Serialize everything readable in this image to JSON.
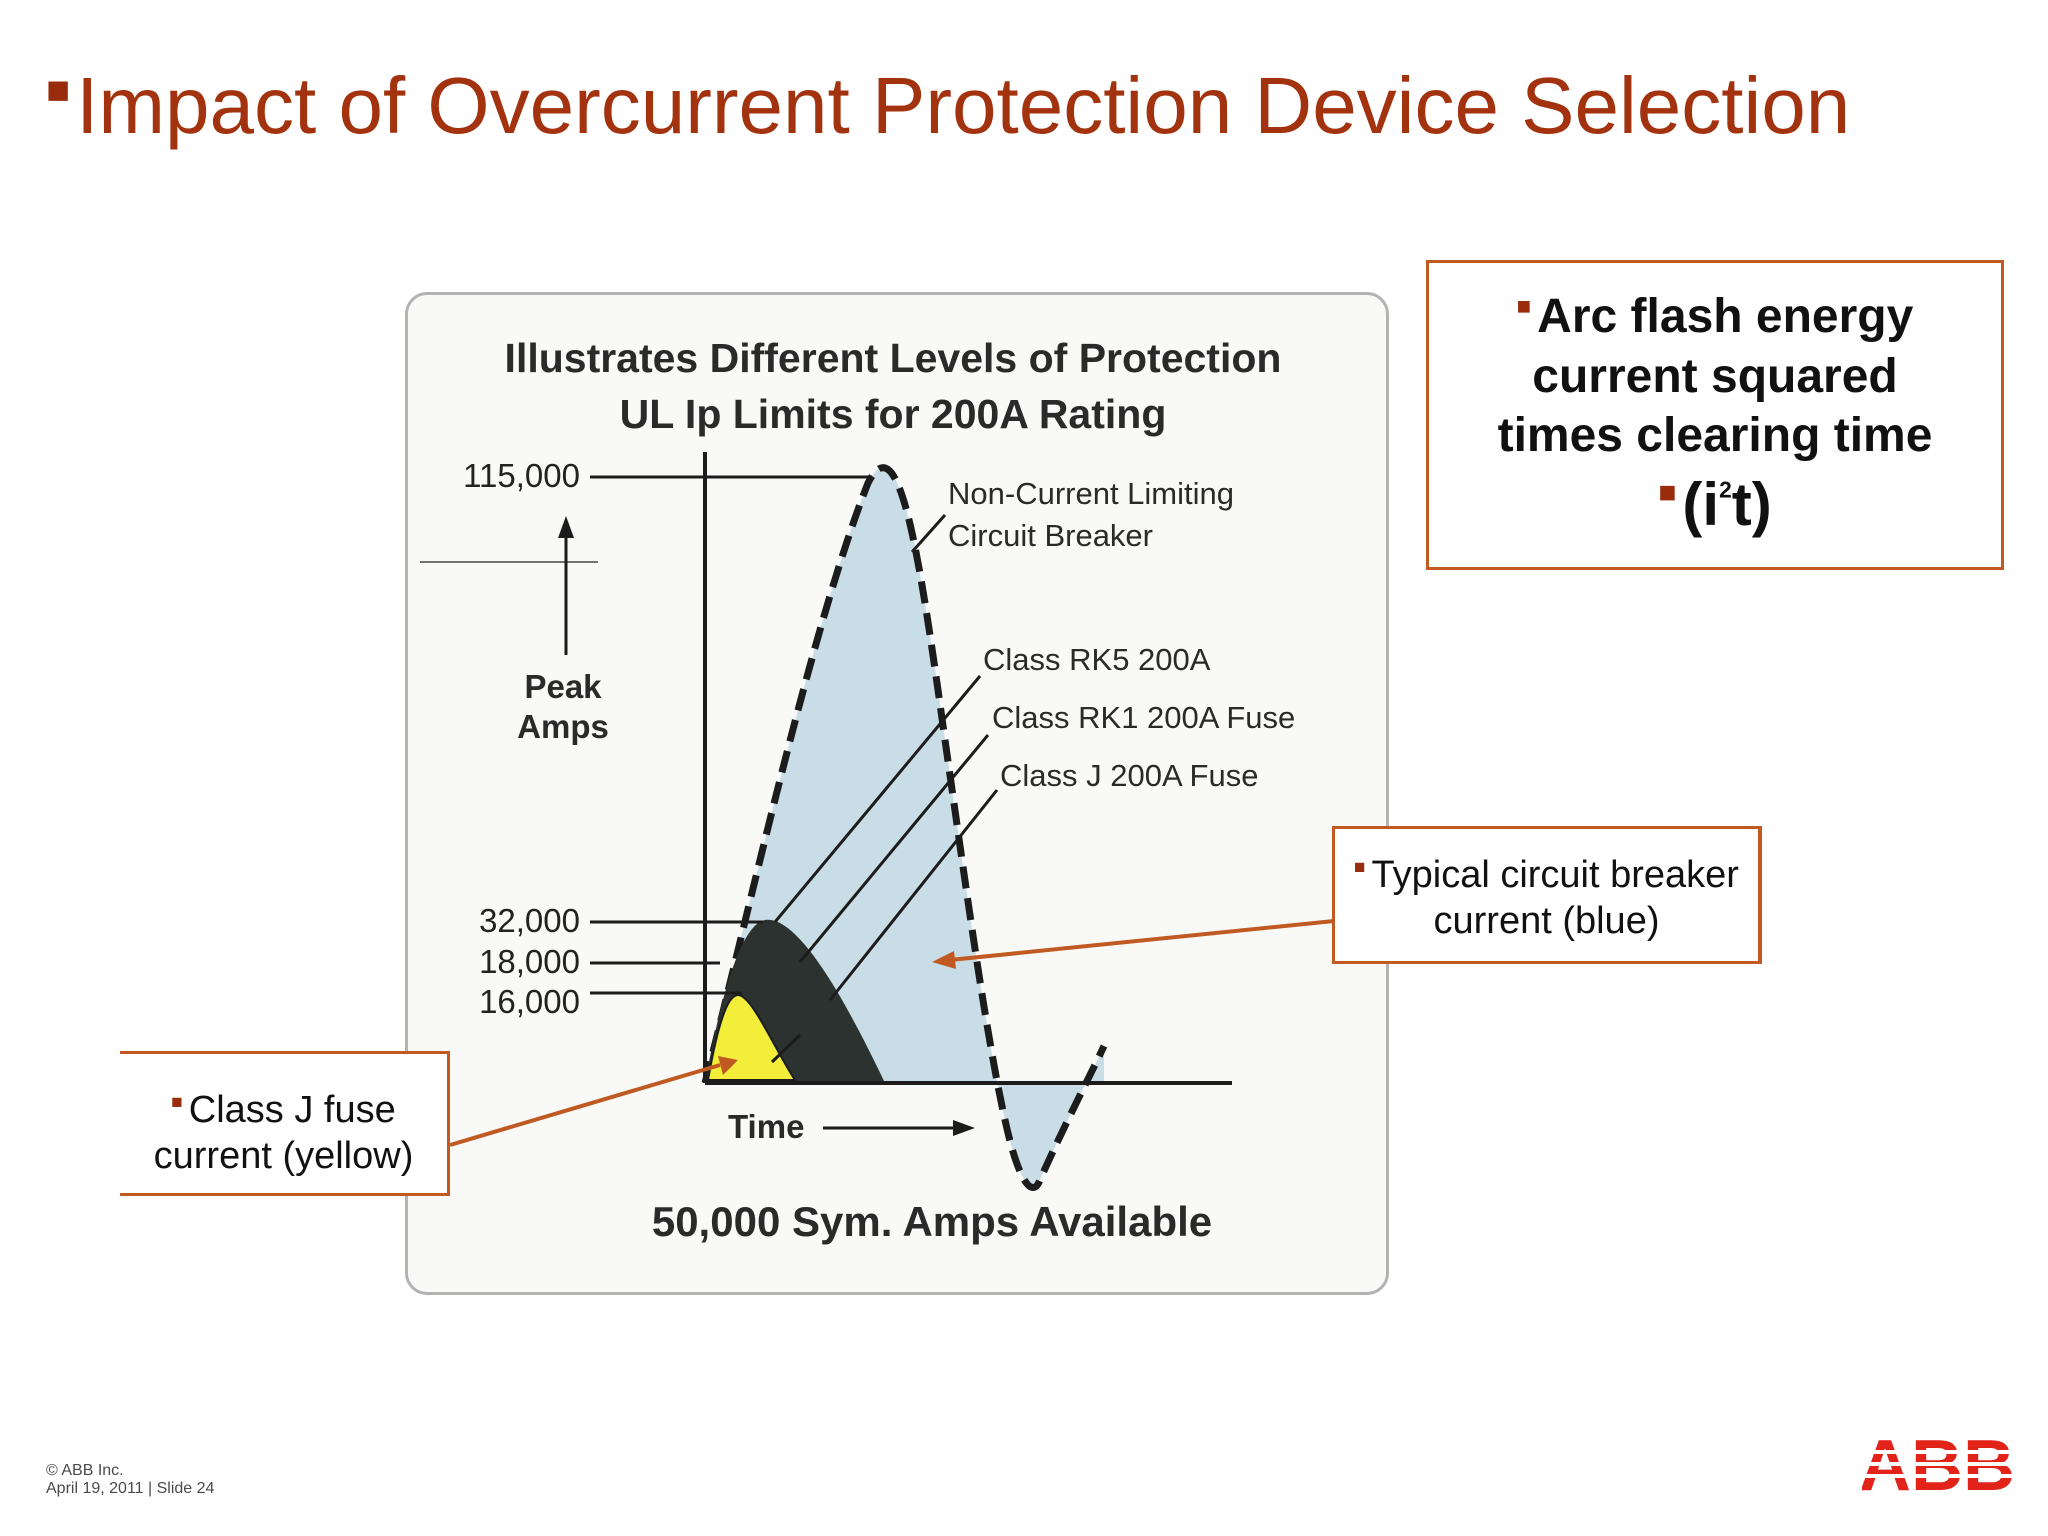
{
  "slide": {
    "title": "Impact of Overcurrent Protection Device Selection"
  },
  "figure": {
    "title_line1": "Illustrates Different Levels of Protection",
    "title_line2": "UL Ip Limits for 200A Rating",
    "y_axis_label_line1": "Peak",
    "y_axis_label_line2": "Amps",
    "x_axis_label": "Time",
    "caption": "50,000 Sym. Amps Available",
    "ticks": [
      {
        "value": 115000,
        "label": "115,000"
      },
      {
        "value": 32000,
        "label": "32,000"
      },
      {
        "value": 18000,
        "label": "18,000"
      },
      {
        "value": 16000,
        "label": "16,000"
      }
    ],
    "curves": [
      {
        "name": "Non-Current Limiting Circuit Breaker",
        "label_line1": "Non-Current Limiting",
        "label_line2": "Circuit Breaker",
        "peak": 115000
      },
      {
        "name": "Class RK5 200A",
        "label_line1": "Class RK5 200A",
        "peak": 32000
      },
      {
        "name": "Class RK1 200A Fuse",
        "label_line1": "Class RK1 200A Fuse",
        "peak": 18000
      },
      {
        "name": "Class J 200A Fuse",
        "label_line1": "Class J 200A Fuse",
        "peak": 16000
      }
    ],
    "colors": {
      "breaker_fill": "#c9dde6",
      "rk_fill": "#2b3230",
      "classj_fill": "#f2ee3a",
      "callout_border": "#c05a22",
      "arrow": "#c05a22"
    }
  },
  "callouts": {
    "arc_flash": {
      "line1": "Arc flash energy",
      "line2": "current squared",
      "line3": "times clearing time",
      "formula_open": "(i",
      "formula_sup": "2",
      "formula_close": "t)"
    },
    "breaker": {
      "line1": "Typical circuit breaker",
      "line2": "current (blue)"
    },
    "fuse": {
      "line1": "Class J fuse",
      "line2": "current (yellow)"
    }
  },
  "footer": {
    "copyright": "© ABB Inc.",
    "date_slide": "April 19, 2011 | Slide 24",
    "logo_text": "ABB"
  }
}
